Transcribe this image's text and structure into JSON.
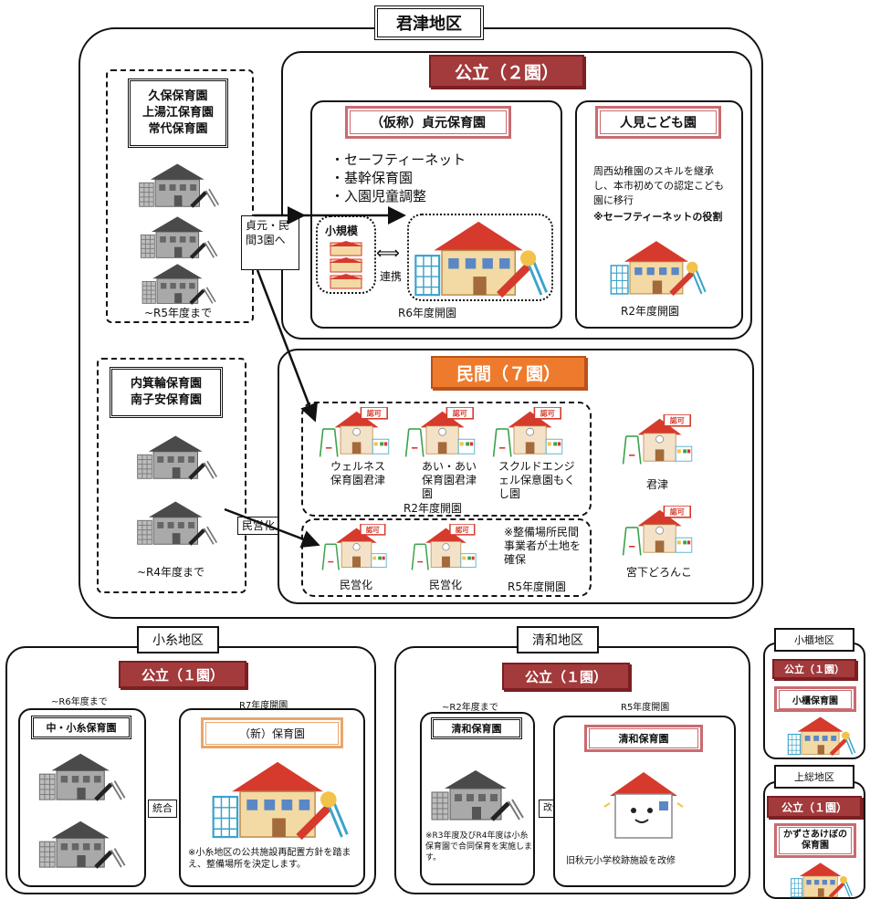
{
  "kimitsu": {
    "district_label": "君津地区",
    "public_header": "公立（２園）",
    "private_header": "民間（７園）",
    "old_public": [
      "久保保育園",
      "上湯江保育園",
      "常代保育園"
    ],
    "old_public_until": "~R5年度まで",
    "transfer_label": "貞元・民間3園へ",
    "sadamoto": {
      "title": "（仮称）貞元保育園",
      "bullets": [
        "・セーフティーネット",
        "・基幹保育園",
        "・入園児童調整"
      ],
      "small_scale": "小規模",
      "cooperation": "連携",
      "opening": "R6年度開園"
    },
    "hitomi": {
      "title": "人見こども園",
      "desc": "周西幼稚園のスキルを継承し、本市初めての認定こども園に移行",
      "note": "※セーフティーネットの役割",
      "opening": "R2年度開園"
    },
    "old_private_source": [
      "内箕輪保育園",
      "南子安保育園"
    ],
    "old_private_until": "~R4年度まで",
    "privatize_label": "民営化",
    "private_group1": [
      "ウェルネス保育園君津",
      "あい・あい保育園君津園",
      "スクルドエンジェル保意園もくし園"
    ],
    "private_group1_opening": "R2年度開園",
    "private_group2": [
      "民営化",
      "民営化"
    ],
    "private_group2_note": "※整備場所民間事業者が土地を確保",
    "private_group2_opening": "R5年度開園",
    "existing_private": [
      "君津",
      "宮下どろんこ"
    ],
    "approved_sign": "認可"
  },
  "koito": {
    "district_label": "小糸地区",
    "public_header": "公立（１園）",
    "until": "~R6年度まで",
    "old_name": "中・小糸保育園",
    "integrate_label": "統合",
    "opening": "R7年度開園",
    "new_name": "（新）保育園",
    "note": "※小糸地区の公共施設再配置方針を踏まえ、整備場所を決定します。"
  },
  "seiwa": {
    "district_label": "清和地区",
    "public_header": "公立（１園）",
    "until": "~R2年度まで",
    "old_name": "清和保育園",
    "renovate_label": "改修",
    "opening": "R5年度開園",
    "new_name": "清和保育園",
    "note": "※R3年度及びR4年度は小糸保育園で合同保育を実施します。",
    "renovate_note": "旧秋元小学校跡施設を改修"
  },
  "obitsu": {
    "district_label": "小櫃地区",
    "public_header": "公立（１園）",
    "name": "小櫃保育園"
  },
  "kazusa": {
    "district_label": "上総地区",
    "public_header": "公立（１園）",
    "name": "かずさあけぼの保育園"
  },
  "colors": {
    "public_red": "#a33a3c",
    "private_orange": "#ee7b2d",
    "roof_red": "#d63a2c",
    "building_gray": "#8a8a8a"
  }
}
